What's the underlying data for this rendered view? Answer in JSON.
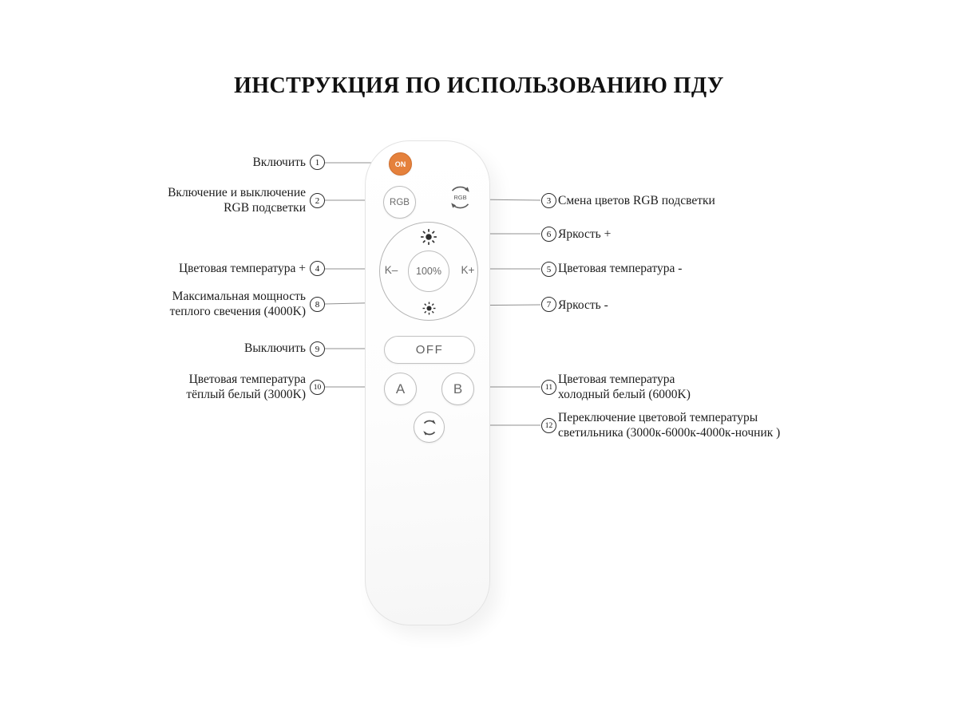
{
  "title": "ИНСТРУКЦИЯ ПО ИСПОЛЬЗОВАНИЮ ПДУ",
  "remote": {
    "on": "ON",
    "rgb": "RGB",
    "rgb_icon_text": "RGB",
    "k_minus": "K–",
    "percent": "100%",
    "k_plus": "K+",
    "off": "OFF",
    "a": "A",
    "b": "B"
  },
  "annotations": {
    "a1": {
      "num": "1",
      "text": "Включить"
    },
    "a2": {
      "num": "2",
      "text": "Включение и выключение RGB подсветки"
    },
    "a3": {
      "num": "3",
      "text": "Смена цветов RGB подсветки"
    },
    "a4": {
      "num": "4",
      "text": "Цветовая температура +"
    },
    "a5": {
      "num": "5",
      "text": "Цветовая температура -"
    },
    "a6": {
      "num": "6",
      "text": "Яркость +"
    },
    "a7": {
      "num": "7",
      "text": "Яркость -"
    },
    "a8": {
      "num": "8",
      "text": "Максимальная мощность теплого свечения (4000K)"
    },
    "a9": {
      "num": "9",
      "text": "Выключить"
    },
    "a10": {
      "num": "10",
      "text": "Цветовая температура тёплый белый (3000K)"
    },
    "a11": {
      "num": "11",
      "text": "Цветовая температура холодный белый (6000K)"
    },
    "a12": {
      "num": "12",
      "text": "Переключение цветовой температуры светильника  (3000к-6000к-4000к-ночник )"
    }
  },
  "colors": {
    "on_button": "#e5813c",
    "line": "#909090",
    "text": "#1c1c1c"
  }
}
